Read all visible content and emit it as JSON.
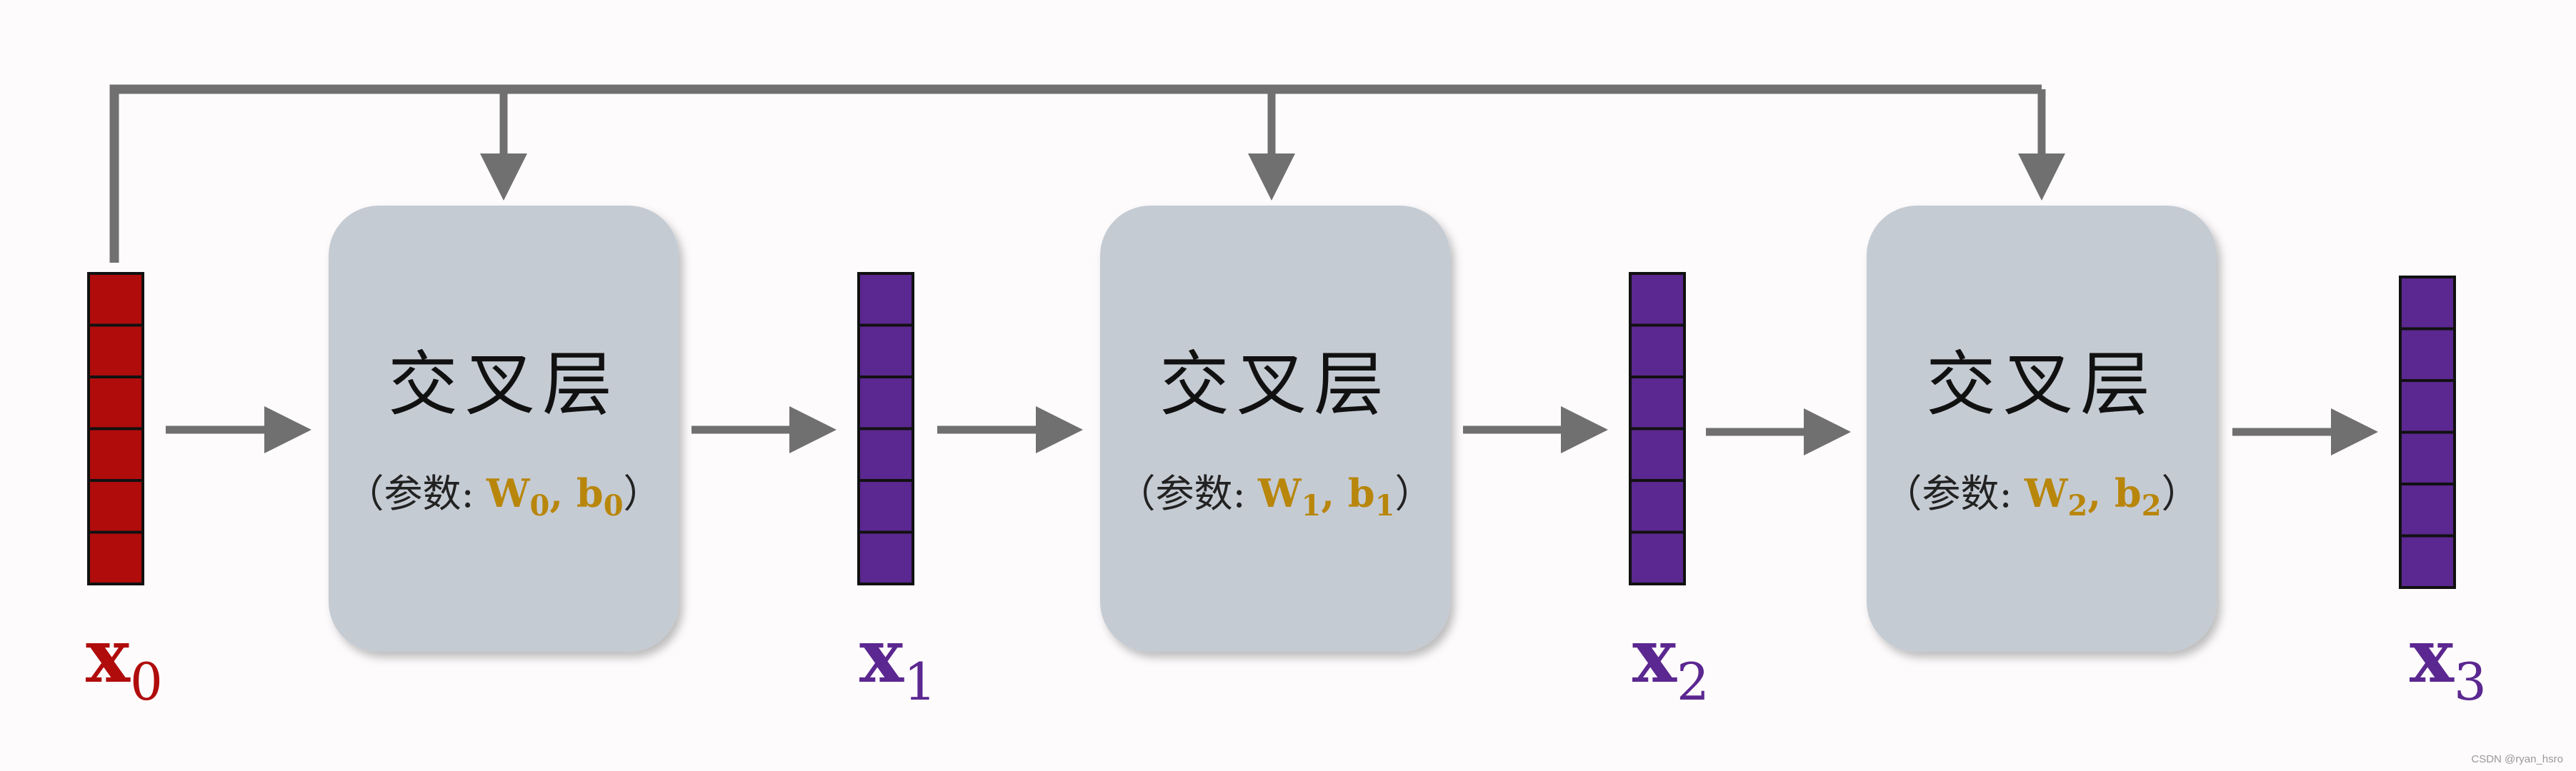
{
  "colors": {
    "background": "#fdfbfc",
    "arrow": "#707070",
    "layer_box": "#c5cbd3",
    "input_vector": "#b00c0c",
    "output_vector": "#5b2790",
    "param_accent": "#b8860b"
  },
  "vectors": [
    {
      "name": "x",
      "subscript": "0",
      "color": "#b00c0c"
    },
    {
      "name": "x",
      "subscript": "1",
      "color": "#5b2790"
    },
    {
      "name": "x",
      "subscript": "2",
      "color": "#5b2790"
    },
    {
      "name": "x",
      "subscript": "3",
      "color": "#5b2790"
    }
  ],
  "vector_cells": 6,
  "layers": [
    {
      "title": "交叉层",
      "param_prefix": "（参数: ",
      "w_symbol": "W",
      "w_sub": "0",
      "separator": ", ",
      "b_symbol": "b",
      "b_sub": "0",
      "param_suffix": "）"
    },
    {
      "title": "交叉层",
      "param_prefix": "（参数: ",
      "w_symbol": "W",
      "w_sub": "1",
      "separator": ", ",
      "b_symbol": "b",
      "b_sub": "1",
      "param_suffix": "）"
    },
    {
      "title": "交叉层",
      "param_prefix": "（参数: ",
      "w_symbol": "W",
      "w_sub": "2",
      "separator": ", ",
      "b_symbol": "b",
      "b_sub": "2",
      "param_suffix": "）"
    }
  ],
  "watermark": "CSDN @ryan_hsro"
}
